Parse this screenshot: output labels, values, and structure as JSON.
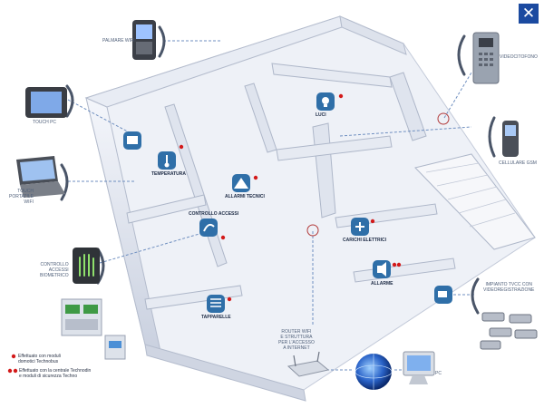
{
  "close_icon": "close-icon",
  "colors": {
    "accent": "#1b4aa0",
    "room_icon": "#2f6fa8",
    "marker": "#d31a1a",
    "dash": "#6f8fc0"
  },
  "devices": {
    "palmare": "PALMARE WIFI",
    "touch_pc": "TOUCH PC",
    "touch_portatile": [
      "TOUCH",
      "PORTATILE",
      "WIFI"
    ],
    "controllo": [
      "CONTROLLO",
      "ACCESSI",
      "BIOMETRICO"
    ],
    "videocitofono": "VIDEOCITOFONO",
    "cellulare": "CELLULARE GSM",
    "tvcc": [
      "IMPIANTO TVCC CON",
      "VIDEOREGISTRAZIONE"
    ],
    "router": [
      "ROUTER WIFI",
      "E STRUTTURA",
      "PER L'ACCESSO",
      "A INTERNET"
    ],
    "pc": "PC"
  },
  "rooms": {
    "luci": "LUCI",
    "temperatura": "TEMPERATURA",
    "allarmi_tecnici": "ALLARMI TECNICI",
    "controllo_accessi": "CONTROLLO ACCESSI",
    "carichi": "CARICHI ELETTRICI",
    "allarme": "ALLARME",
    "tapparelle": "TAPPARELLE"
  },
  "legend": {
    "line1": [
      "Effettuato con moduli",
      "domotici Technobus"
    ],
    "line2": [
      "Effettuato con la centrale Technodin",
      "e moduli di sicurezza Techno"
    ]
  }
}
